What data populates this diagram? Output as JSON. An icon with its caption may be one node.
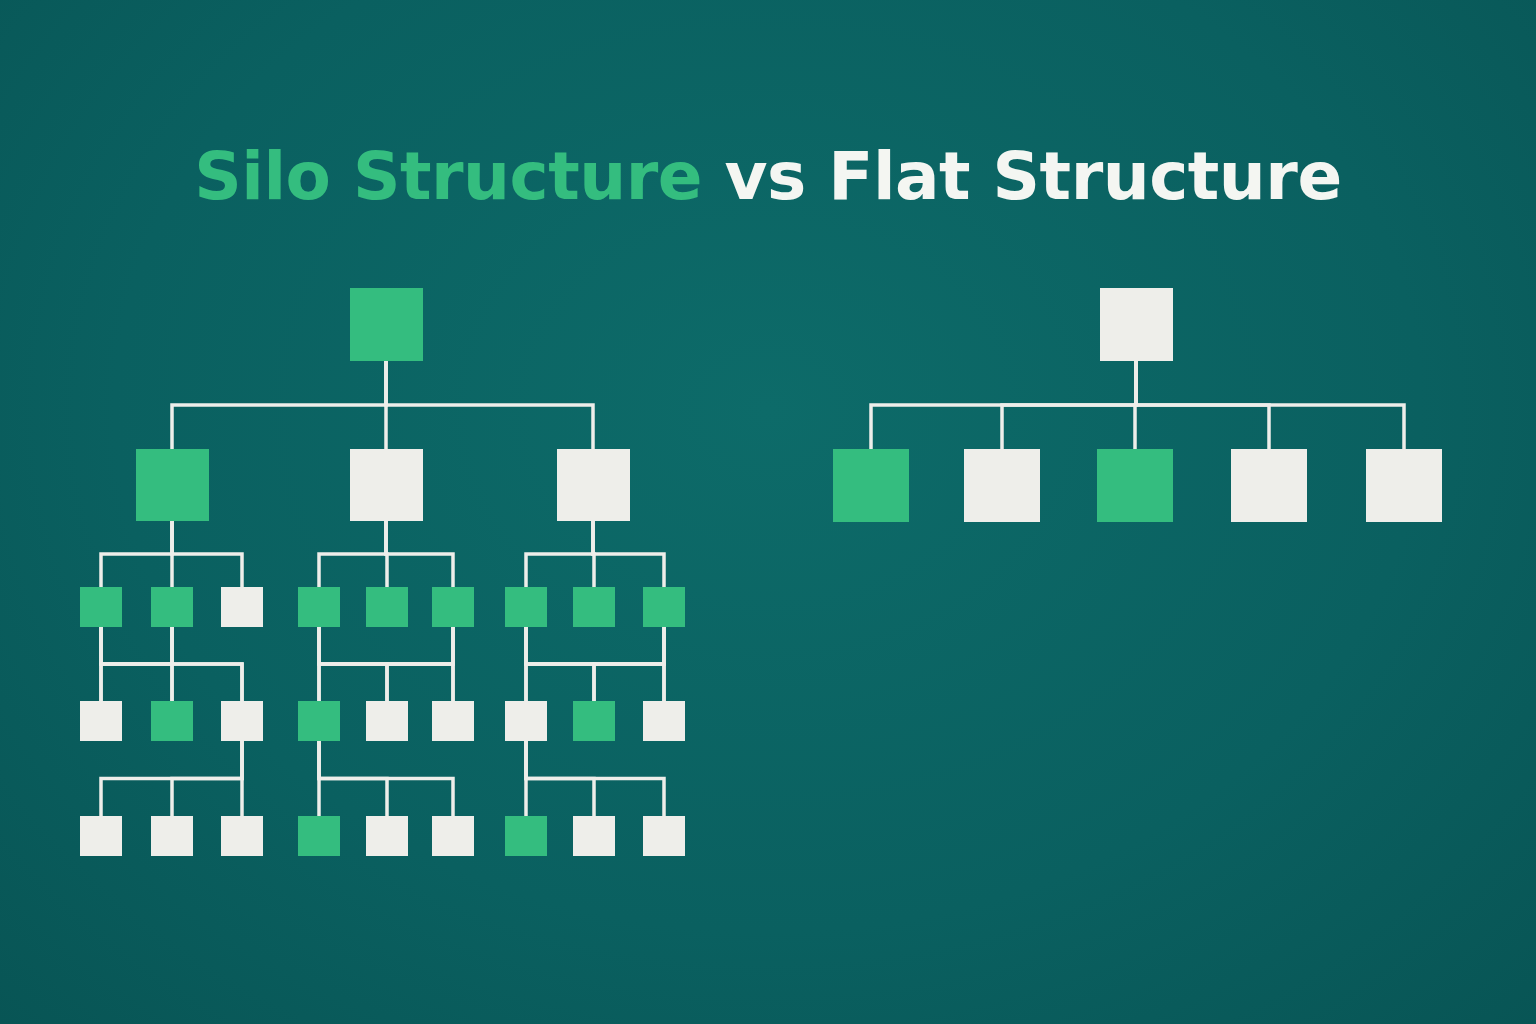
{
  "diagram": {
    "title": "**Silo Structure** vs Flat Structure",
    "nodes": [
      {
        "text": [],
        "shape": "box"
      },
      {
        "text": [],
        "shape": "box"
      },
      {
        "text": [],
        "shape": "box"
      },
      {
        "text": [],
        "shape": "box"
      },
      {
        "text": [],
        "shape": "box"
      },
      {
        "text": [],
        "shape": "box"
      },
      {
        "text": [],
        "shape": "box"
      },
      {
        "text": [],
        "shape": "box"
      },
      {
        "text": [],
        "shape": "box"
      },
      {
        "text": [],
        "shape": "box"
      },
      {
        "text": [],
        "shape": "box"
      },
      {
        "text": [],
        "shape": "box"
      },
      {
        "text": [],
        "shape": "box"
      },
      {
        "text": [],
        "shape": "box"
      },
      {
        "text": [],
        "shape": "box"
      },
      {
        "text": [],
        "shape": "box"
      },
      {
        "text": [],
        "shape": "box"
      },
      {
        "text": [],
        "shape": "box"
      },
      {
        "text": [],
        "shape": "box"
      },
      {
        "text": [],
        "shape": "box"
      },
      {
        "text": [],
        "shape": "box"
      },
      {
        "text": [],
        "shape": "box"
      },
      {
        "text": [],
        "shape": "box"
      },
      {
        "text": [],
        "shape": "box"
      },
      {
        "text": [],
        "shape": "box"
      },
      {
        "text": [],
        "shape": "box"
      },
      {
        "text": [],
        "shape": "box"
      },
      {
        "text": [],
        "shape": "box"
      },
      {
        "text": [],
        "shape": "box"
      },
      {
        "text": [],
        "shape": "box"
      },
      {
        "text": [],
        "shape": "box"
      },
      {
        "text": [],
        "shape": "box"
      },
      {
        "text": [],
        "shape": "box"
      },
      {
        "text": [],
        "shape": "box"
      },
      {
        "text": [],
        "shape": "box"
      },
      {
        "text": [],
        "shape": "box"
      },
      {
        "text": [],
        "shape": "box"
      }
    ],
    "edges": [
      {
        "from": 0,
        "to": 1,
        "arrow": "none"
      },
      {
        "from": 0,
        "to": 2,
        "arrow": "none"
      },
      {
        "from": 0,
        "to": 3,
        "arrow": "none"
      },
      {
        "from": 1,
        "to": 4,
        "arrow": "none"
      },
      {
        "from": 1,
        "to": 5,
        "arrow": "none"
      },
      {
        "from": 1,
        "to": 6,
        "arrow": "none"
      },
      {
        "from": 2,
        "to": 13,
        "arrow": "none"
      },
      {
        "from": 2,
        "to": 14,
        "arrow": "none"
      },
      {
        "from": 2,
        "to": 15,
        "arrow": "none"
      },
      {
        "from": 3,
        "to": 22,
        "arrow": "none"
      },
      {
        "from": 3,
        "to": 23,
        "arrow": "none"
      },
      {
        "from": 3,
        "to": 24,
        "arrow": "none"
      },
      {
        "from": 4,
        "to": 7,
        "arrow": "none"
      },
      {
        "from": 4,
        "to": 8,
        "arrow": "none"
      },
      {
        "from": 4,
        "to": 9,
        "arrow": "none"
      },
      {
        "from": 5,
        "to": 7,
        "arrow": "none"
      },
      {
        "from": 5,
        "to": 8,
        "arrow": "none"
      },
      {
        "from": 5,
        "to": 9,
        "arrow": "none"
      },
      {
        "from": 9,
        "to": 10,
        "arrow": "none"
      },
      {
        "from": 9,
        "to": 11,
        "arrow": "none"
      },
      {
        "from": 9,
        "to": 12,
        "arrow": "none"
      },
      {
        "from": 13,
        "to": 16,
        "arrow": "none"
      },
      {
        "from": 13,
        "to": 17,
        "arrow": "none"
      },
      {
        "from": 13,
        "to": 18,
        "arrow": "none"
      },
      {
        "from": 15,
        "to": 16,
        "arrow": "none"
      },
      {
        "from": 15,
        "to": 17,
        "arrow": "none"
      },
      {
        "from": 15,
        "to": 18,
        "arrow": "none"
      },
      {
        "from": 16,
        "to": 19,
        "arrow": "none"
      },
      {
        "from": 16,
        "to": 20,
        "arrow": "none"
      },
      {
        "from": 16,
        "to": 21,
        "arrow": "none"
      },
      {
        "from": 22,
        "to": 25,
        "arrow": "none"
      },
      {
        "from": 22,
        "to": 26,
        "arrow": "none"
      },
      {
        "from": 22,
        "to": 27,
        "arrow": "none"
      },
      {
        "from": 24,
        "to": 25,
        "arrow": "none"
      },
      {
        "from": 24,
        "to": 26,
        "arrow": "none"
      },
      {
        "from": 24,
        "to": 27,
        "arrow": "none"
      },
      {
        "from": 25,
        "to": 28,
        "arrow": "none"
      },
      {
        "from": 25,
        "to": 29,
        "arrow": "none"
      },
      {
        "from": 25,
        "to": 30,
        "arrow": "none"
      },
      {
        "from": 31,
        "to": 32,
        "arrow": "none"
      },
      {
        "from": 31,
        "to": 33,
        "arrow": "none"
      },
      {
        "from": 31,
        "to": 34,
        "arrow": "none"
      },
      {
        "from": 31,
        "to": 35,
        "arrow": "none"
      },
      {
        "from": 31,
        "to": 36,
        "arrow": "none"
      }
    ]
  }
}
